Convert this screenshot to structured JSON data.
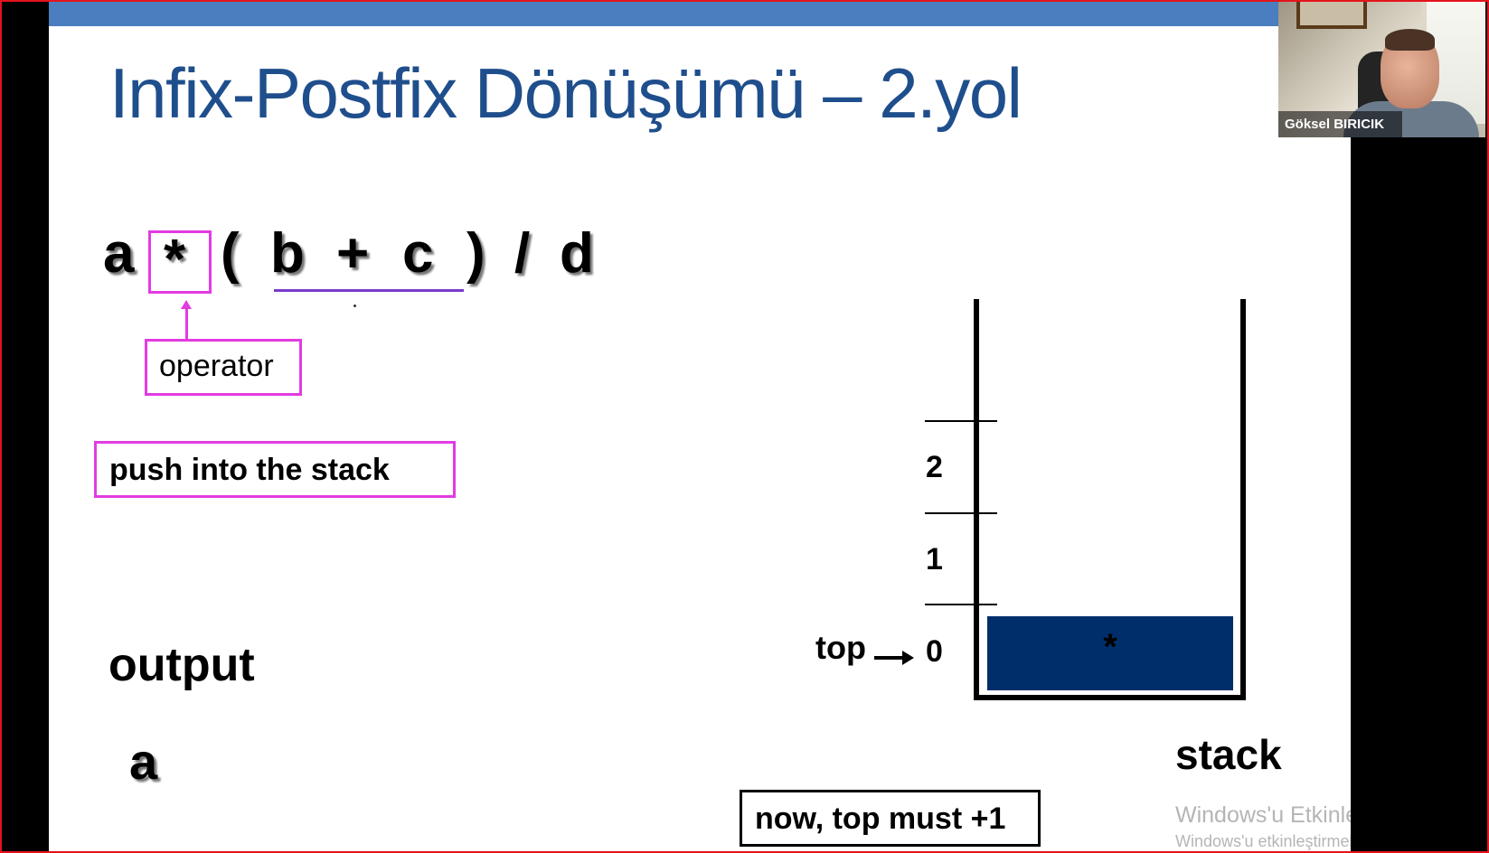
{
  "slide": {
    "title": "Infix-Postfix Dönüşümü – 2.yol",
    "expression": {
      "tokens": [
        "a",
        "*",
        "(",
        "b",
        "+",
        "c",
        ")",
        "/",
        "d"
      ]
    },
    "operator_label": "operator",
    "action_label": "push into the stack",
    "output_label": "output",
    "output_value": "a",
    "stack": {
      "label": "stack",
      "indices": [
        "2",
        "1",
        "0"
      ],
      "top_label": "top",
      "top_index": "0",
      "items": [
        "*"
      ]
    },
    "note": "now, top must +1"
  },
  "watermark": {
    "line1": "Windows'u Etkinleştir",
    "line2": "Windows'u etkinleştirmek için Ayarlar'a gidin"
  },
  "webcam": {
    "participant_name": "Göksel BIRICIK"
  },
  "colors": {
    "title": "#1f4e8c",
    "highlight": "#e23be2",
    "stack_cell": "#002e6b",
    "top_bar": "#4a7ebf",
    "frame_border": "#e4131b"
  }
}
